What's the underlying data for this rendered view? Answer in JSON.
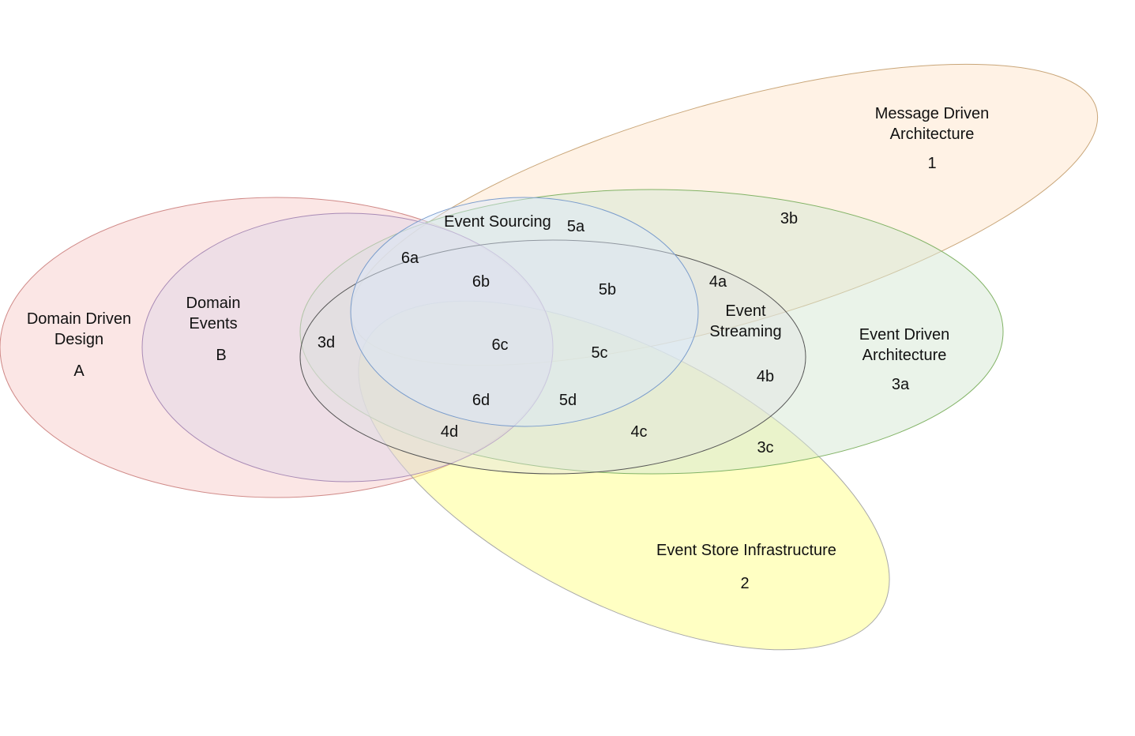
{
  "sets": {
    "ddd": {
      "name": "Domain Driven Design",
      "line1": "Domain Driven",
      "line2": "Design",
      "code": "A",
      "fill": "#f8cecc",
      "stroke": "#d08a88"
    },
    "domain_events": {
      "name": "Domain Events",
      "line1": "Domain",
      "line2": "Events",
      "code": "B",
      "fill": "#e1d5e7",
      "stroke": "#a88ab5"
    },
    "mda": {
      "name": "Message Driven Architecture",
      "line1": "Message Driven",
      "line2": "Architecture",
      "code": "1",
      "fill": "#ffe6cc",
      "stroke": "#c9a679"
    },
    "eda": {
      "name": "Event Driven Architecture",
      "line1": "Event Driven",
      "line2": "Architecture",
      "code": "3a",
      "fill": "#d5e8d4",
      "stroke": "#82b366"
    },
    "event_store": {
      "name": "Event Store Infrastructure",
      "code": "2",
      "fill": "#ffff88",
      "stroke": "#a8a8a8"
    },
    "event_sourcing": {
      "name": "Event Sourcing",
      "fill": "#dae8fc",
      "stroke": "#7a9ccc"
    },
    "event_streaming": {
      "name": "Event Streaming",
      "line1": "Event",
      "line2": "Streaming",
      "fill": "#e0e0e0",
      "stroke": "#555555"
    }
  },
  "regions": [
    "3b",
    "3c",
    "3d",
    "4a",
    "4b",
    "4c",
    "4d",
    "5a",
    "5b",
    "5c",
    "5d",
    "6a",
    "6b",
    "6c",
    "6d"
  ]
}
